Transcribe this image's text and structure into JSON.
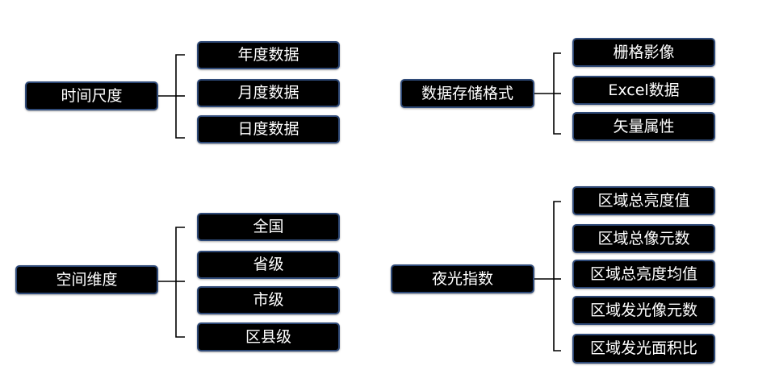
{
  "colors": {
    "node_fill": "#000000",
    "node_border": "#2f4a78",
    "text": "#ffffff",
    "connector": "#000000",
    "background": "#ffffff"
  },
  "groups": [
    {
      "root": "时间尺度",
      "children": [
        "年度数据",
        "月度数据",
        "日度数据"
      ]
    },
    {
      "root": "数据存储格式",
      "children": [
        "栅格影像",
        "Excel数据",
        "矢量属性"
      ]
    },
    {
      "root": "空间维度",
      "children": [
        "全国",
        "省级",
        "市级",
        "区县级"
      ]
    },
    {
      "root": "夜光指数",
      "children": [
        "区域总亮度值",
        "区域总像元数",
        "区域总亮度均值",
        "区域发光像元数",
        "区域发光面积比"
      ]
    }
  ]
}
